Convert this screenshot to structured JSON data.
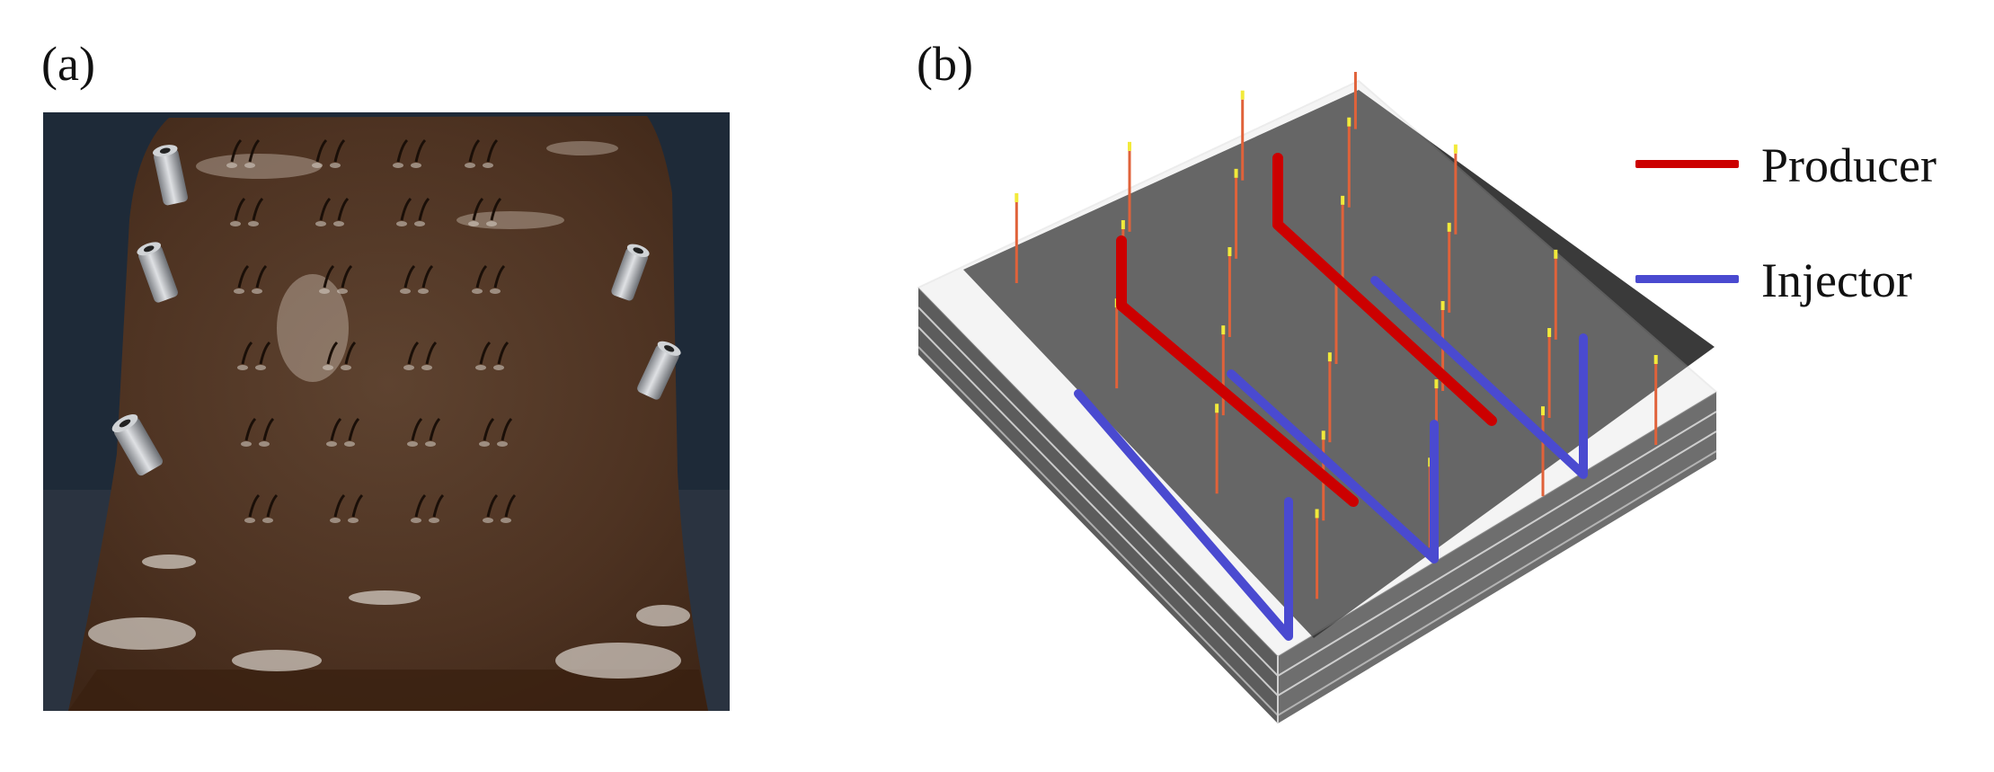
{
  "panels": {
    "a": {
      "label": "(a)"
    },
    "b": {
      "label": "(b)"
    }
  },
  "legend": {
    "producer": {
      "label": "Producer",
      "color": "#cc0000"
    },
    "injector": {
      "label": "Injector",
      "color": "#4a4ad0"
    }
  },
  "colors": {
    "slab_top": "#3a3a3a",
    "sand_brown": "#5a3a26",
    "background": "#1e2a38",
    "fitting": "#b9bcc0",
    "probe": "#e0623a",
    "probe_tip": "#f2ea3a"
  }
}
